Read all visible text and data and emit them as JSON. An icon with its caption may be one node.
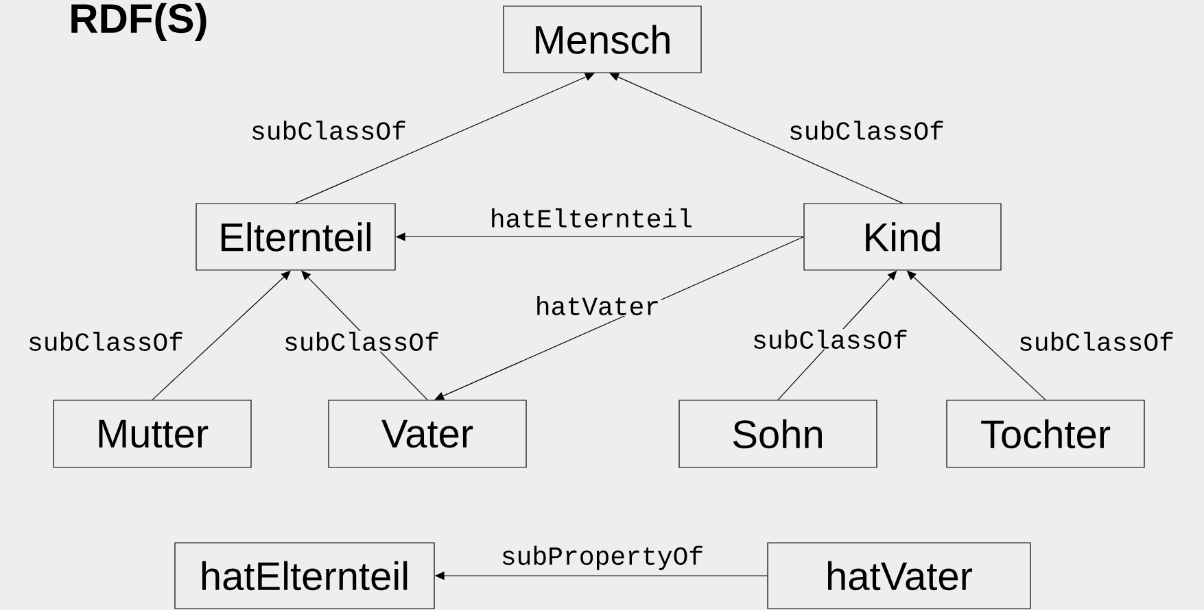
{
  "diagram": {
    "title": "RDF(S)",
    "nodes": [
      {
        "text": [
          "Mensch"
        ]
      },
      {
        "text": [
          "Elternteil"
        ]
      },
      {
        "text": [
          "Kind"
        ]
      },
      {
        "text": [
          "Mutter"
        ]
      },
      {
        "text": [
          "Vater"
        ]
      },
      {
        "text": [
          "Sohn"
        ]
      },
      {
        "text": [
          "Tochter"
        ]
      },
      {
        "text": [
          "hatElternteil"
        ]
      },
      {
        "text": [
          "hatVater"
        ]
      }
    ],
    "edges": [
      {
        "from": 1,
        "to": 0,
        "arrow": "to",
        "label": "subClassOf"
      },
      {
        "from": 2,
        "to": 0,
        "arrow": "to",
        "label": "subClassOf"
      },
      {
        "from": 2,
        "to": 1,
        "arrow": "to",
        "label": "hatElternteil"
      },
      {
        "from": 2,
        "to": 4,
        "arrow": "to",
        "label": "hatVater"
      },
      {
        "from": 3,
        "to": 1,
        "arrow": "to",
        "label": "subClassOf"
      },
      {
        "from": 4,
        "to": 1,
        "arrow": "to",
        "label": "subClassOf"
      },
      {
        "from": 5,
        "to": 2,
        "arrow": "to",
        "label": "subClassOf"
      },
      {
        "from": 6,
        "to": 2,
        "arrow": "to",
        "label": "subClassOf"
      },
      {
        "from": 8,
        "to": 7,
        "arrow": "to",
        "label": "subPropertyOf"
      }
    ]
  }
}
